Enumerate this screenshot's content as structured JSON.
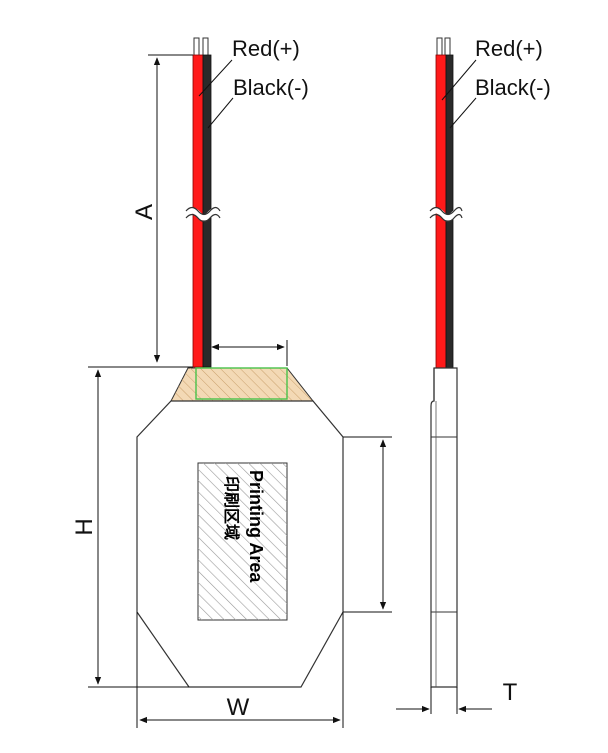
{
  "labels": {
    "red": "Red(+)",
    "black": "Black(-)",
    "red_side": "Red(+)",
    "black_side": "Black(-)",
    "dim_a": "A",
    "dim_h": "H",
    "dim_w": "W",
    "dim_t": "T",
    "printing_area": "Printing Area",
    "printing_area_cn": "印刷区域"
  },
  "colors": {
    "red_wire": "#ff1a1a",
    "black_wire": "#2a2a2a",
    "solder_zone": "#f3d9b5",
    "solder_outline": "#49c24a",
    "hatch": "#9a9a9a",
    "outline": "#333333"
  },
  "icons": {
    "wire_break": "wave-break-icon",
    "arrow": "arrowhead-icon"
  }
}
